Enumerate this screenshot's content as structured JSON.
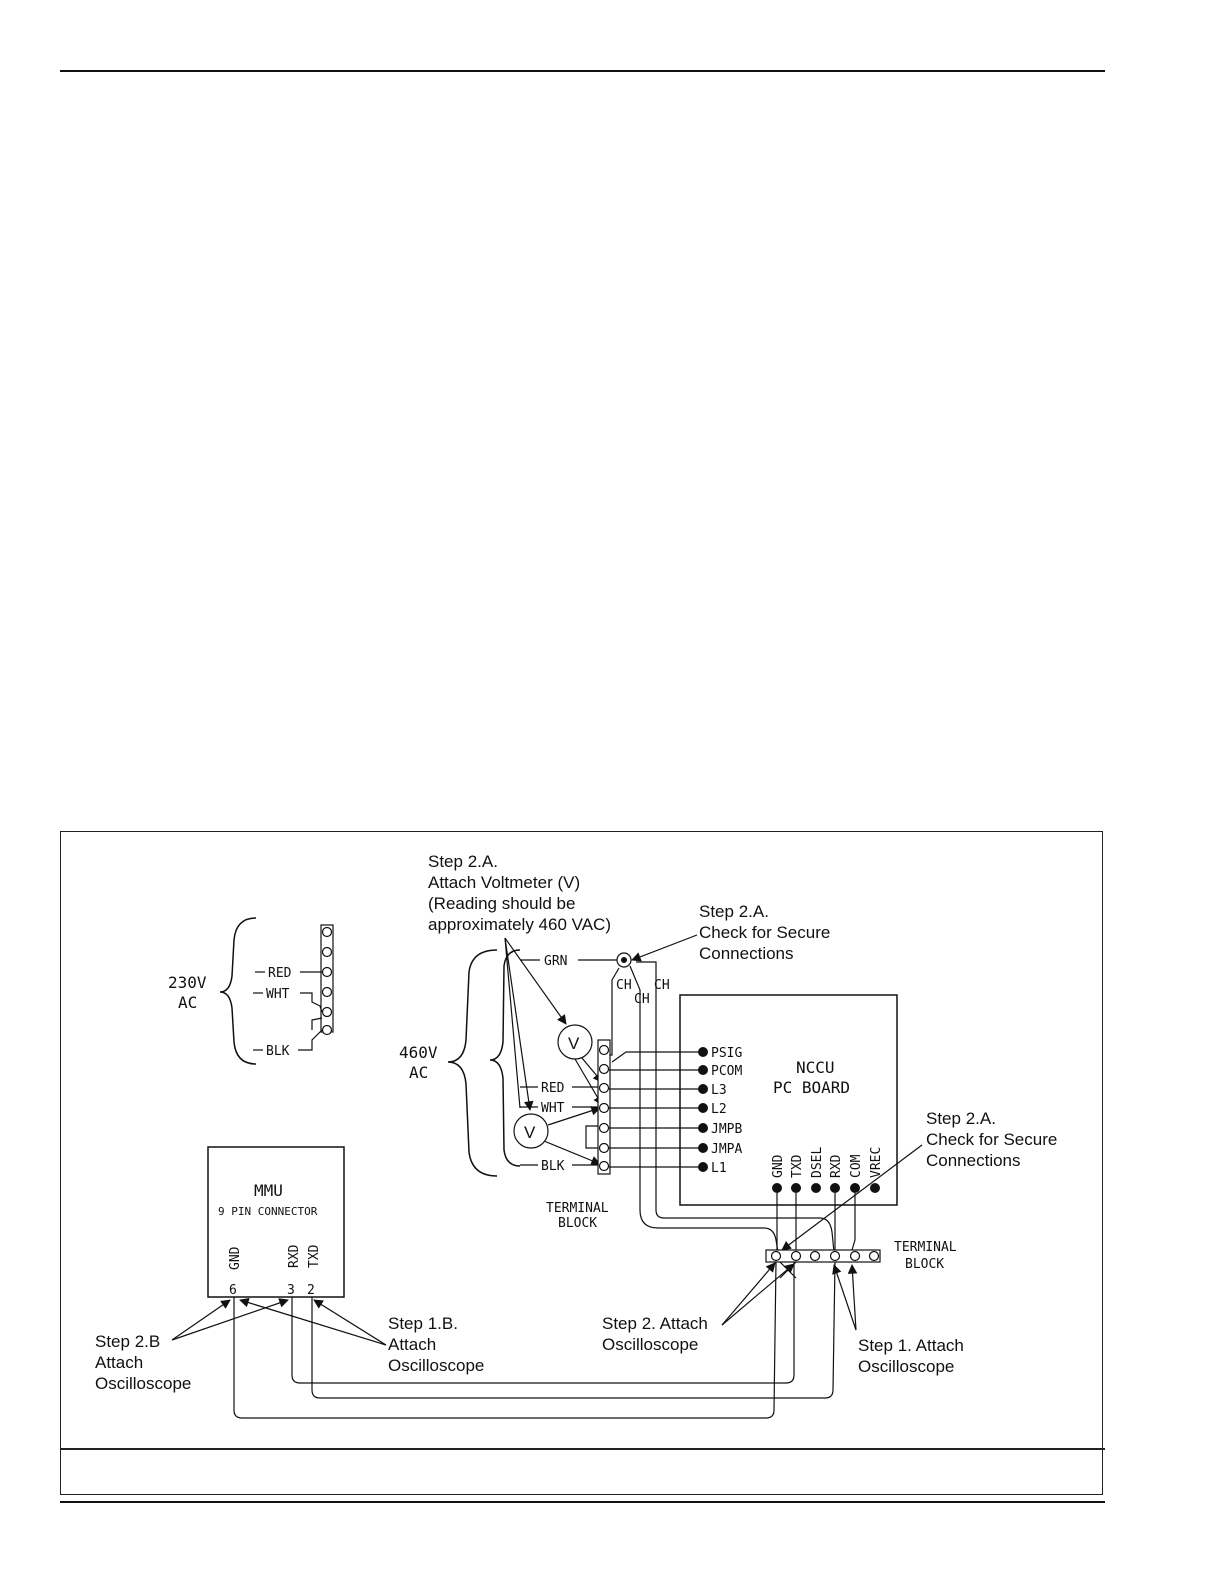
{
  "diagram": {
    "step_2a_voltmeter": [
      "Step 2.A.",
      "Attach Voltmeter (V)",
      "(Reading should be",
      "approximately 460 VAC)"
    ],
    "step_2a_secure_top": [
      "Step 2.A.",
      "Check for Secure",
      "Connections"
    ],
    "step_2a_secure_right": [
      "Step 2.A.",
      "Check for Secure",
      "Connections"
    ],
    "step_2b": [
      "Step 2.B",
      "Attach",
      "Oscilloscope"
    ],
    "step_1b": [
      "Step 1.B.",
      "Attach",
      "Oscilloscope"
    ],
    "step_2_attach": [
      "Step 2. Attach",
      "Oscilloscope"
    ],
    "step_1_attach": [
      "Step 1. Attach",
      "Oscilloscope"
    ],
    "v230": [
      "230V",
      "AC"
    ],
    "v460": [
      "460V",
      "AC"
    ],
    "wires_230": [
      "RED",
      "WHT",
      "BLK"
    ],
    "wires_460": [
      "RED",
      "WHT",
      "BLK"
    ],
    "grn": "GRN",
    "ch": "CH",
    "voltmeter_symbol": "V",
    "terminal_block": [
      "TERMINAL",
      "BLOCK"
    ],
    "nccu": [
      "NCCU",
      "PC BOARD"
    ],
    "nccu_left_pins": [
      "PSIG",
      "PCOM",
      "L3",
      "L2",
      "JMPB",
      "JMPA",
      "L1"
    ],
    "nccu_bottom_pins": [
      "GND",
      "TXD",
      "DSEL",
      "RXD",
      "COM",
      "VREC"
    ],
    "mmu": [
      "MMU",
      "9 PIN CONNECTOR"
    ],
    "mmu_pins": [
      "GND",
      "RXD",
      "TXD"
    ],
    "mmu_pin_numbers": [
      "6",
      "3",
      "2"
    ]
  }
}
